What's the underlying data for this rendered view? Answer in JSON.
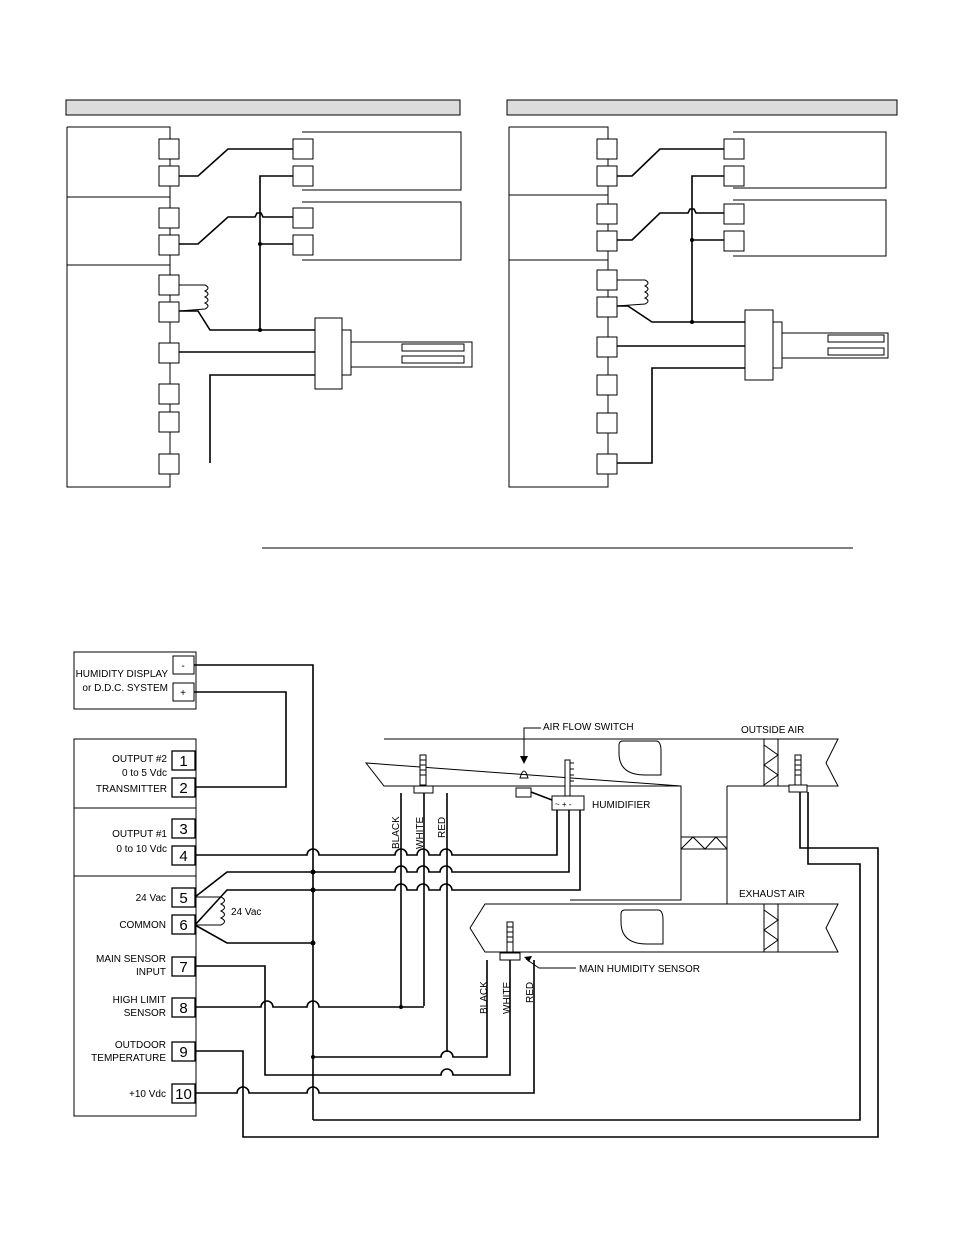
{
  "controller": {
    "display_label_line1": "HUMIDITY DISPLAY",
    "display_label_line2": "or D.D.C. SYSTEM",
    "display_minus": "-",
    "display_plus": "+",
    "output2_line1": "OUTPUT #2",
    "output2_line2": "0 to 5 Vdc",
    "output2_line3": "TRANSMITTER",
    "output1_line1": "OUTPUT #1",
    "output1_line2": "0 to 10 Vdc",
    "power_label": "24 Vac",
    "common_label": "COMMON",
    "transformer_label": "24 Vac",
    "main_sensor_line1": "MAIN SENSOR",
    "main_sensor_line2": "INPUT",
    "high_limit_line1": "HIGH LIMIT",
    "high_limit_line2": "SENSOR",
    "outdoor_line1": "OUTDOOR",
    "outdoor_line2": "TEMPERATURE",
    "plus10_label": "+10 Vdc",
    "terminals": [
      "1",
      "2",
      "3",
      "4",
      "5",
      "6",
      "7",
      "8",
      "9",
      "10"
    ]
  },
  "system": {
    "air_flow_switch": "AIR FLOW SWITCH",
    "outside_air": "OUTSIDE AIR",
    "humidifier": "HUMIDIFIER",
    "humidifier_terminals": "~ +  -",
    "exhaust_air": "EXHAUST AIR",
    "main_humidity_sensor": "MAIN HUMIDITY SENSOR",
    "wire_black": "BLACK",
    "wire_white": "WHITE",
    "wire_red": "RED"
  }
}
